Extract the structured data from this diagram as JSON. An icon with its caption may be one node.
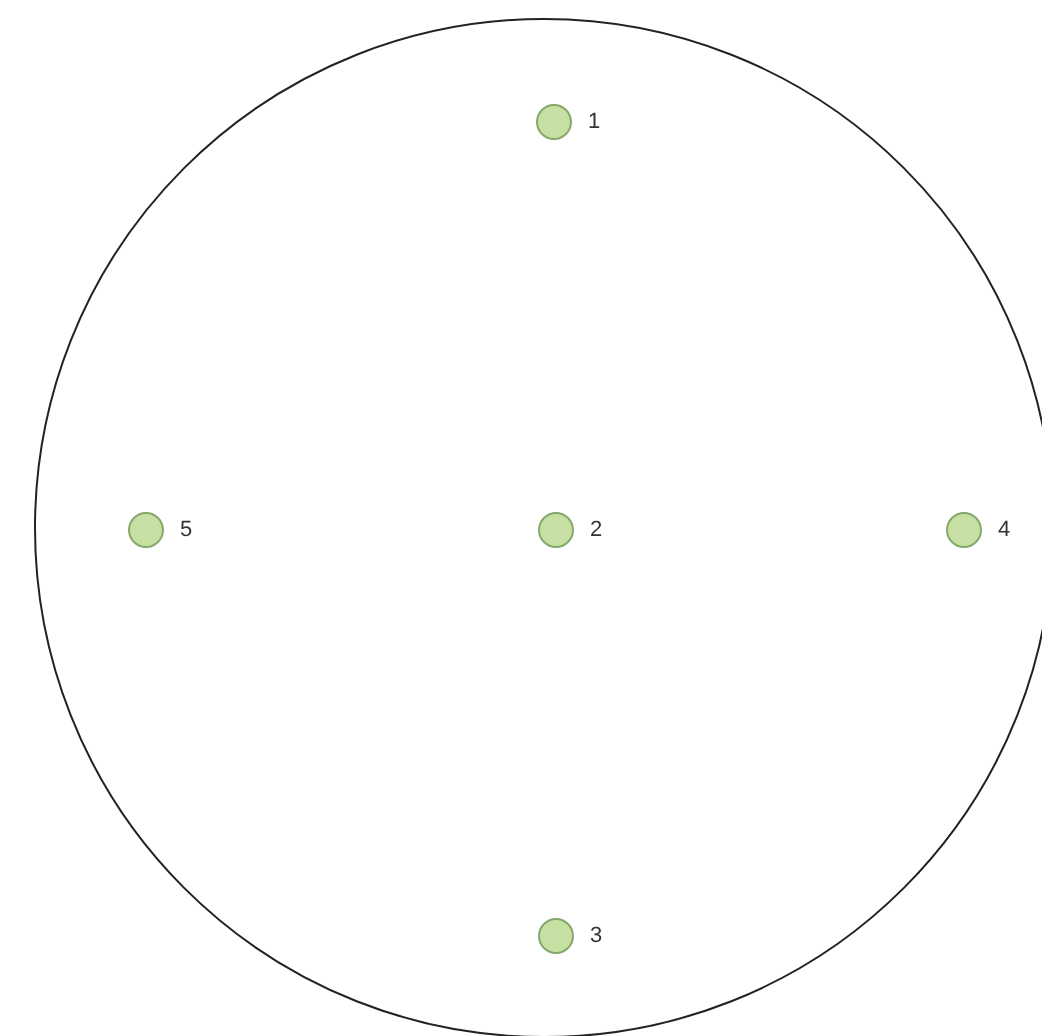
{
  "diagram": {
    "nodes": [
      {
        "text": [],
        "shape": "circle"
      },
      {
        "text": [],
        "shape": "circle",
        "in": 0,
        "beside": [
          "1"
        ]
      },
      {
        "text": [],
        "shape": "circle",
        "in": 0,
        "beside": [
          "5"
        ]
      },
      {
        "text": [],
        "shape": "circle",
        "in": 0,
        "beside": [
          "2"
        ]
      },
      {
        "text": [],
        "shape": "circle",
        "in": 0,
        "beside": [
          "4"
        ]
      },
      {
        "text": [],
        "shape": "circle",
        "in": 0,
        "beside": [
          "3"
        ]
      }
    ]
  }
}
